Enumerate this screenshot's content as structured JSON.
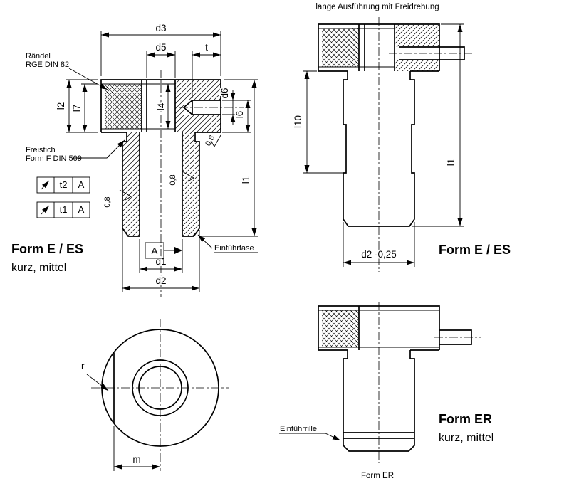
{
  "page": {
    "background": "#ffffff",
    "line_color": "#000000"
  },
  "labels": {
    "d1": "d1",
    "d2": "d2",
    "d3": "d3",
    "d5": "d5",
    "d6": "d6",
    "t": "t",
    "l1": "l1",
    "l2": "l2",
    "l4": "l4",
    "l6": "l6",
    "l7": "l7",
    "l10": "l10",
    "m": "m",
    "r": "r",
    "d2_toleranced": "d2 -0,25",
    "surface_roughness": "0,8",
    "datum": "A",
    "tolerance_t1": "t1",
    "tolerance_t2": "t2"
  },
  "notes": {
    "raendel_1": "Rändel",
    "raendel_2": "RGE  DIN 82",
    "freistich_1": "Freistich",
    "freistich_2": "Form F DIN 509",
    "einfuehrfase": "Einführfase",
    "einfuehrrille": "Einführrille",
    "long_version": "lange Ausführung mit Freidrehung"
  },
  "titles": {
    "form_e_es": "Form E / ES",
    "kurz_mittel": "kurz, mittel",
    "form_er": "Form ER",
    "caption_form_er": "Form ER"
  }
}
